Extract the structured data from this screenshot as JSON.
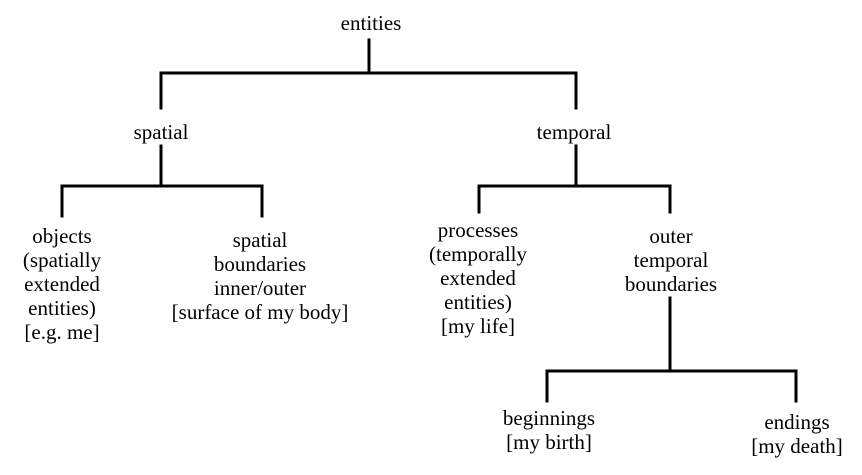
{
  "diagram": {
    "nodes": {
      "entities": [
        "entities"
      ],
      "spatial": [
        "spatial"
      ],
      "temporal": [
        "temporal"
      ],
      "objects": [
        "objects",
        "(spatially",
        "extended",
        "entities)",
        "[e.g. me]"
      ],
      "spatial_boundaries": [
        "spatial",
        "boundaries",
        "inner/outer",
        "[surface of my body]"
      ],
      "processes": [
        "processes",
        "(temporally",
        "extended",
        "entities)",
        "[my life]"
      ],
      "outer_temporal_boundaries": [
        "outer",
        "temporal",
        "boundaries"
      ],
      "beginnings": [
        "beginnings",
        "[my birth]"
      ],
      "endings": [
        "endings",
        "[my death]"
      ]
    }
  }
}
